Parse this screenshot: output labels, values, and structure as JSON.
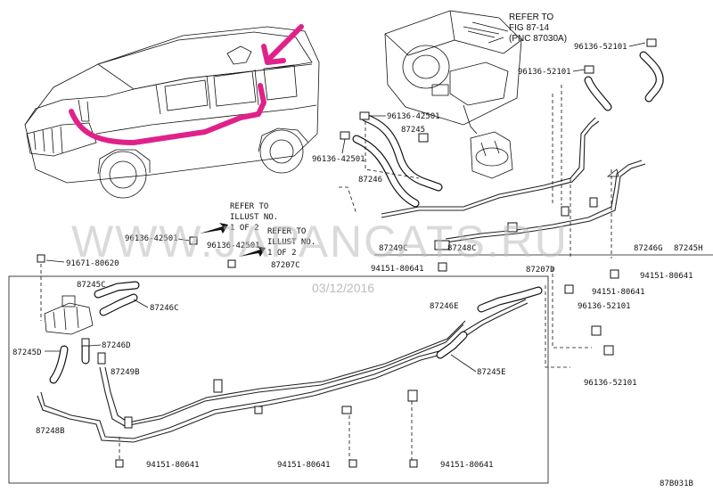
{
  "callouts": {
    "refer_fig": [
      "REFER TO",
      "FIG 87-14",
      "(PNC 87030A)"
    ],
    "p96136_52101_a": "96136-52101",
    "p96136_52101_b": "96136-52101",
    "p96136_42501_a": "96136-42501",
    "p96136_42501_b": "96136-42501",
    "p87245": "87245",
    "p87246": "87246",
    "p87249C": "87249C",
    "p87248C": "87248C",
    "p87246G": "87246G",
    "p87245H": "87245H",
    "p94151_80641_a": "94151-80641",
    "p94151_80641_b": "94151-80641",
    "p87207D": "87207D",
    "p94151_80641_c": "94151-80641",
    "p96136_52101_c": "96136-52101",
    "p96136_52101_d": "96136-52101",
    "p96136_42501_c": "96136-42501",
    "p96136_42501_d": "96136-42501",
    "refer_illust_a": [
      "REFER TO",
      "ILLUST NO.",
      "1 OF 2"
    ],
    "refer_illust_b": [
      "REFER TO",
      "ILLUST NO.",
      "1 OF 2"
    ],
    "p87207C": "87207C",
    "p91671_80620": "91671-80620",
    "p87245C": "87245C",
    "p87246C": "87246C",
    "p87245D": "87245D",
    "p87246D": "87246D",
    "p87249B": "87249B",
    "p87248B": "87248B",
    "p87246E": "87246E",
    "p87245E": "87245E",
    "p94151_80641_d": "94151-80641",
    "p94151_80641_e": "94151-80641",
    "p94151_80641_f": "94151-80641",
    "fig_code": "87B031B"
  },
  "watermark": {
    "text": "WWW.JAPANCATS.RU",
    "small": "03/12/2016"
  },
  "colors": {
    "highlight": "#e0218a",
    "ink": "#111111",
    "watermark": "#bdbdbd"
  }
}
